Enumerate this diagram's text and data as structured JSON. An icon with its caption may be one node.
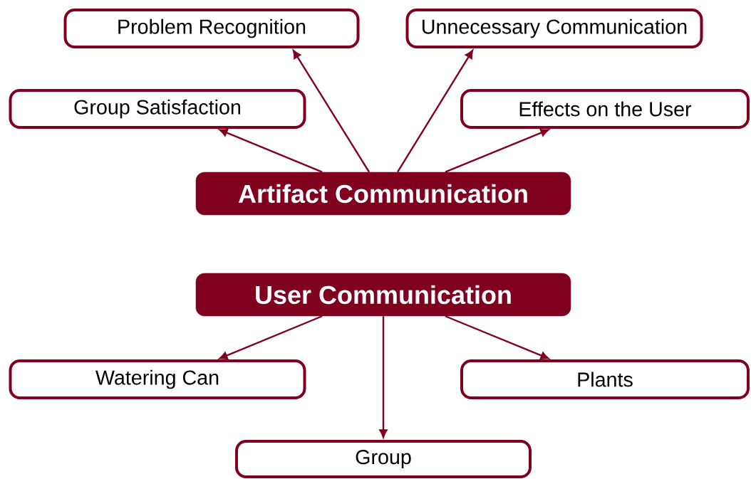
{
  "diagram": {
    "nodes": [
      {
        "text": [
          "Artifact Communication"
        ]
      },
      {
        "text": [
          "Group Satisfaction"
        ]
      },
      {
        "text": [
          "Problem Recognition"
        ]
      },
      {
        "text": [
          "Unnecessary Communication"
        ]
      },
      {
        "text": [
          "Effects on the User"
        ]
      },
      {
        "text": [
          "User Communication"
        ]
      },
      {
        "text": [
          "Watering Can"
        ]
      },
      {
        "text": [
          "Plants"
        ]
      },
      {
        "text": [
          "Group"
        ]
      }
    ],
    "edges": [
      {
        "from": 0,
        "to": 1,
        "arrow": "to"
      },
      {
        "from": 0,
        "to": 2,
        "arrow": "to"
      },
      {
        "from": 0,
        "to": 3,
        "arrow": "to"
      },
      {
        "from": 0,
        "to": 4,
        "arrow": "to"
      },
      {
        "from": 5,
        "to": 6,
        "arrow": "to"
      },
      {
        "from": 5,
        "to": 8,
        "arrow": "to"
      },
      {
        "from": 5,
        "to": 7,
        "arrow": "to"
      }
    ]
  }
}
